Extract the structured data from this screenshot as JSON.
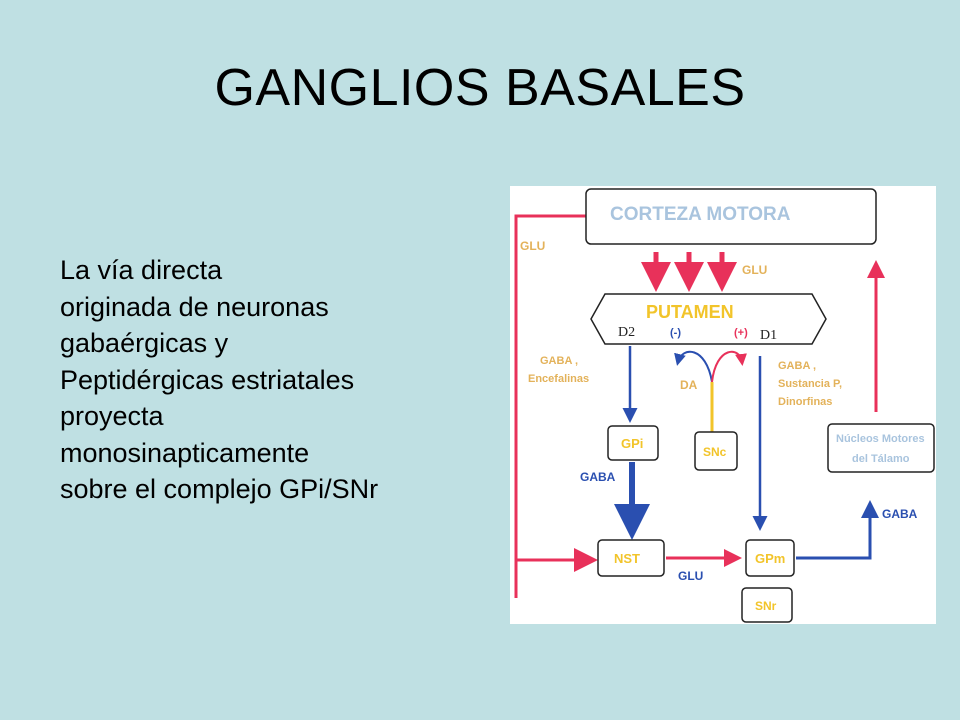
{
  "title": "GANGLIOS BASALES",
  "body_text": "La vía directa\noriginada de neuronas\ngabaérgicas y\nPeptidérgicas estriatales\nproyecta\nmonosinapticamente\nsobre el complejo GPi/SNr",
  "diagram": {
    "nodes": {
      "corteza": "CORTEZA MOTORA",
      "putamen": "PUTAMEN",
      "gpi": "GPi",
      "snc": "SNc",
      "nucleos_line1": "Núcleos Motores",
      "nucleos_line2": "del Tálamo",
      "nst": "NST",
      "gpm": "GPm",
      "snr": "SNr"
    },
    "labels": {
      "glu_left": "GLU",
      "glu_top": "GLU",
      "d2": "D2",
      "d1": "D1",
      "minus": "(-)",
      "plus": "(+)",
      "da": "DA",
      "gaba_enc_1": "GABA ,",
      "gaba_enc_2": "Encefalinas",
      "gaba_sp_1": "GABA ,",
      "gaba_sp_2": "Sustancia P,",
      "gaba_sp_3": "Dinorfinas",
      "gaba_gpi": "GABA",
      "gaba_right": "GABA",
      "glu_bottom": "GLU"
    },
    "colors": {
      "red": "#e8315a",
      "blue": "#2a4fb0",
      "yellow": "#f2c42a",
      "box_text": "#a9c4de",
      "label_text": "#e3b25a"
    }
  }
}
